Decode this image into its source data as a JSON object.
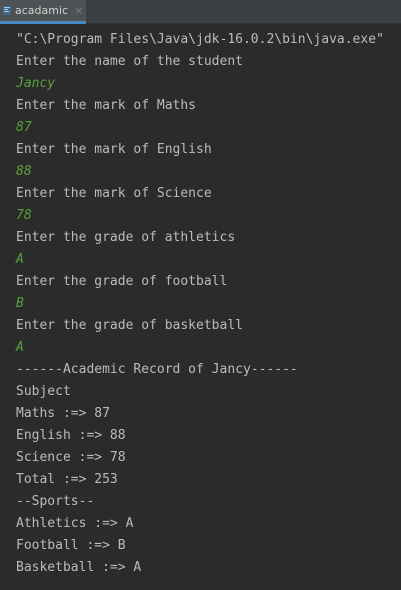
{
  "tab": {
    "label": "acadamic",
    "close_glyph": "×",
    "icon": "console-icon"
  },
  "console": {
    "lines": [
      {
        "text": "\"C:\\Program Files\\Java\\jdk-16.0.2\\bin\\java.exe\"",
        "kind": "output"
      },
      {
        "text": "Enter the name of the student",
        "kind": "output"
      },
      {
        "text": "Jancy",
        "kind": "input"
      },
      {
        "text": "Enter the mark of Maths",
        "kind": "output"
      },
      {
        "text": "87",
        "kind": "input"
      },
      {
        "text": "Enter the mark of English",
        "kind": "output"
      },
      {
        "text": "88",
        "kind": "input"
      },
      {
        "text": "Enter the mark of Science",
        "kind": "output"
      },
      {
        "text": "78",
        "kind": "input"
      },
      {
        "text": "Enter the grade of athletics",
        "kind": "output"
      },
      {
        "text": "A",
        "kind": "input"
      },
      {
        "text": "Enter the grade of football",
        "kind": "output"
      },
      {
        "text": "B",
        "kind": "input"
      },
      {
        "text": "Enter the grade of basketball",
        "kind": "output"
      },
      {
        "text": "A",
        "kind": "input"
      },
      {
        "text": "------Academic Record of Jancy------",
        "kind": "output"
      },
      {
        "text": "Subject",
        "kind": "output"
      },
      {
        "text": "Maths :=> 87",
        "kind": "output"
      },
      {
        "text": "English :=> 88",
        "kind": "output"
      },
      {
        "text": "Science :=> 78",
        "kind": "output"
      },
      {
        "text": "Total :=> 253",
        "kind": "output"
      },
      {
        "text": "--Sports--",
        "kind": "output"
      },
      {
        "text": "Athletics :=> A",
        "kind": "output"
      },
      {
        "text": "Football :=> B",
        "kind": "output"
      },
      {
        "text": "Basketball :=> A",
        "kind": "output"
      }
    ]
  },
  "colors": {
    "background": "#2b2b2b",
    "output_text": "#bbbbbb",
    "input_text": "#5aa13a",
    "tab_accent": "#4a88c7"
  }
}
